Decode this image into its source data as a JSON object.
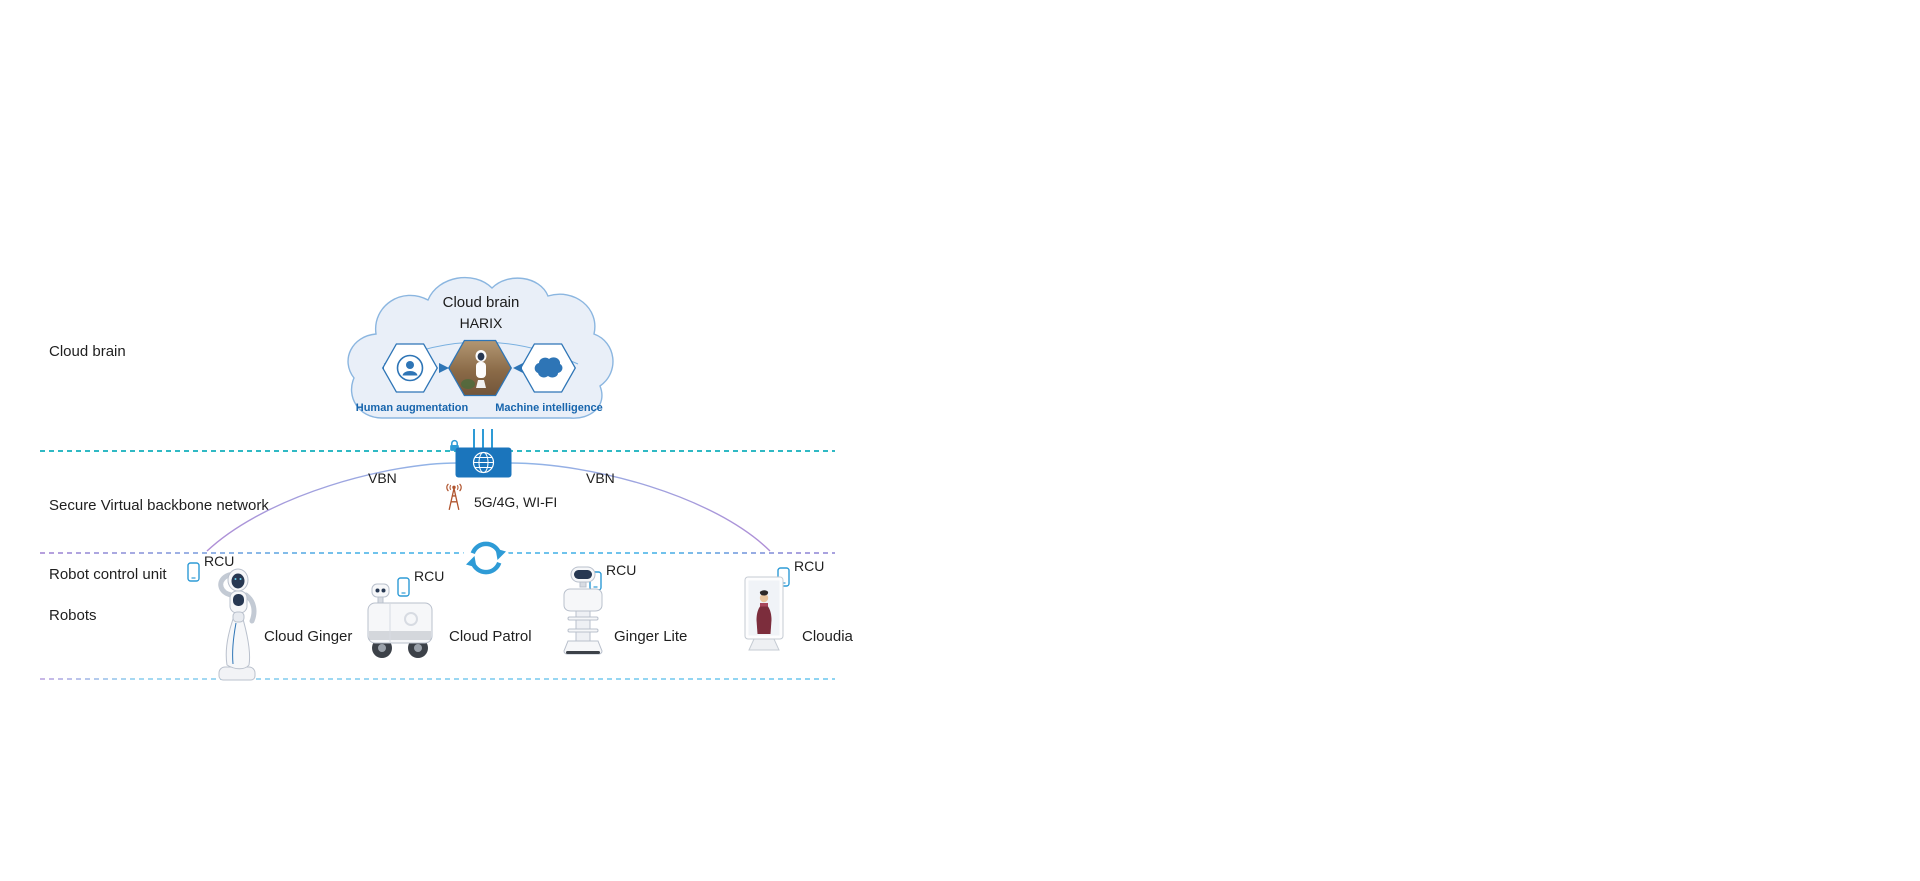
{
  "layer_labels": {
    "cloud_brain": "Cloud brain",
    "secure_vbn": "Secure Virtual backbone network",
    "robot_control_unit": "Robot control unit",
    "robots": "Robots"
  },
  "cloud": {
    "title": "Cloud brain",
    "subtitle": "HARIX",
    "left_caption": "Human augmentation",
    "right_caption": "Machine intelligence"
  },
  "network": {
    "vbn_left": "VBN",
    "vbn_right": "VBN",
    "wireless_label": "5G/4G, WI-FI"
  },
  "rcu_units": [
    {
      "label": "RCU"
    },
    {
      "label": "RCU"
    },
    {
      "label": "RCU"
    },
    {
      "label": "RCU"
    }
  ],
  "robots": [
    {
      "name": "Cloud Ginger"
    },
    {
      "name": "Cloud Patrol"
    },
    {
      "name": "Ginger Lite"
    },
    {
      "name": "Cloudia"
    }
  ],
  "icons": {
    "router": "globe-router-icon",
    "lock": "lock-icon",
    "antenna": "antenna-icon",
    "sync": "sync-arrows-icon",
    "phone": "phone-icon",
    "person": "person-icon",
    "brain": "brain-bubble-icon"
  },
  "colors": {
    "primary_blue": "#2e75b6",
    "router_blue": "#1b75bc",
    "accent_blue": "#2e9bd6",
    "teal_dash": "#2fb9c4",
    "purple_curve": "#b08ed6",
    "bottom_dash": "#8ed4f2",
    "cloud_fill": "#e9eff8",
    "caption_blue": "#1765ad",
    "antenna_rust": "#b0542e"
  }
}
